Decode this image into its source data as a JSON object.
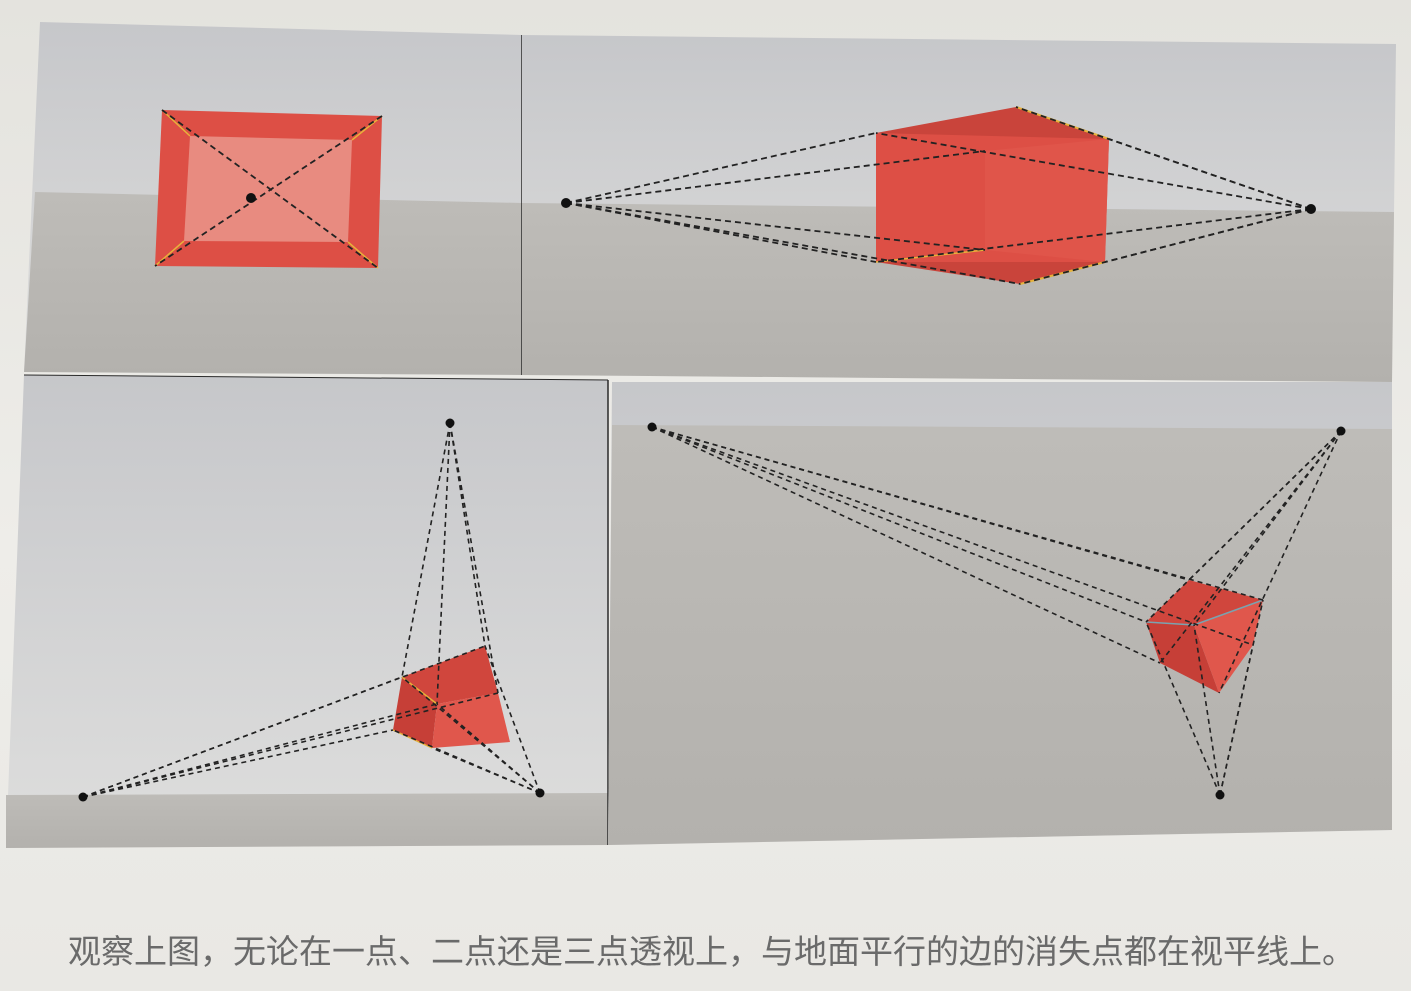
{
  "caption": "观察上图，无论在一点、二点还是三点透视上，与地面平行的边的消失点都在视平线上。",
  "colors": {
    "sky_top": "#c9cacc",
    "sky_bottom": "#dcdcdb",
    "ground": "#b9b7b3",
    "cube_front": "#dd4f45",
    "cube_inner": "#e98a80",
    "cube_side": "#c63f37",
    "edge_accent": "#e7b23a",
    "vanishing_point": "#111111",
    "perspective_line": "#222222"
  },
  "panels": [
    {
      "id": "one-point",
      "vanishing_points": 1
    },
    {
      "id": "two-point",
      "vanishing_points": 2
    },
    {
      "id": "three-point-upward",
      "vanishing_points": 3
    },
    {
      "id": "three-point-downward",
      "vanishing_points": 3
    }
  ]
}
